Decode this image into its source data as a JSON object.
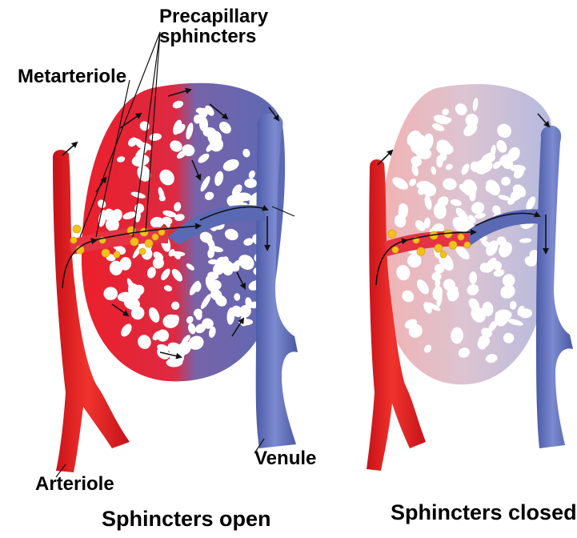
{
  "labels": {
    "precapillary_sphincters": "Precapillary\nsphincters",
    "metarteriole": "Metarteriole",
    "venule": "Venule",
    "arteriole": "Arteriole"
  },
  "captions": {
    "open": "Sphincters open",
    "closed": "Sphincters closed"
  },
  "colors": {
    "artery": "#e8202c",
    "vein": "#5e6eb5",
    "sphincter": "#f2c21b",
    "arrow": "#111111"
  }
}
